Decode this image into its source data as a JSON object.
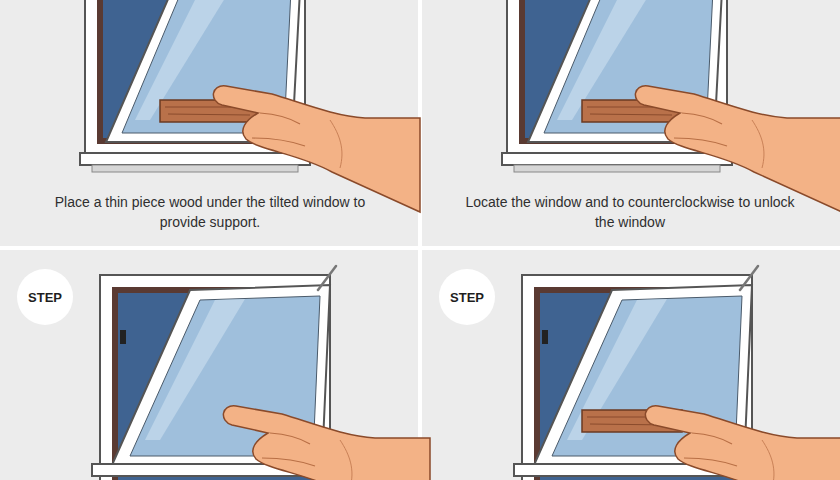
{
  "diagram": {
    "nodes": [
      {
        "text": [
          "STEP"
        ]
      },
      {
        "text": [
          "STEP"
        ]
      }
    ],
    "labels": [
      "Place a thin piece wood under the tilted window to provide support.",
      "Locate the window and to counterclockwise to unlock the window"
    ]
  }
}
